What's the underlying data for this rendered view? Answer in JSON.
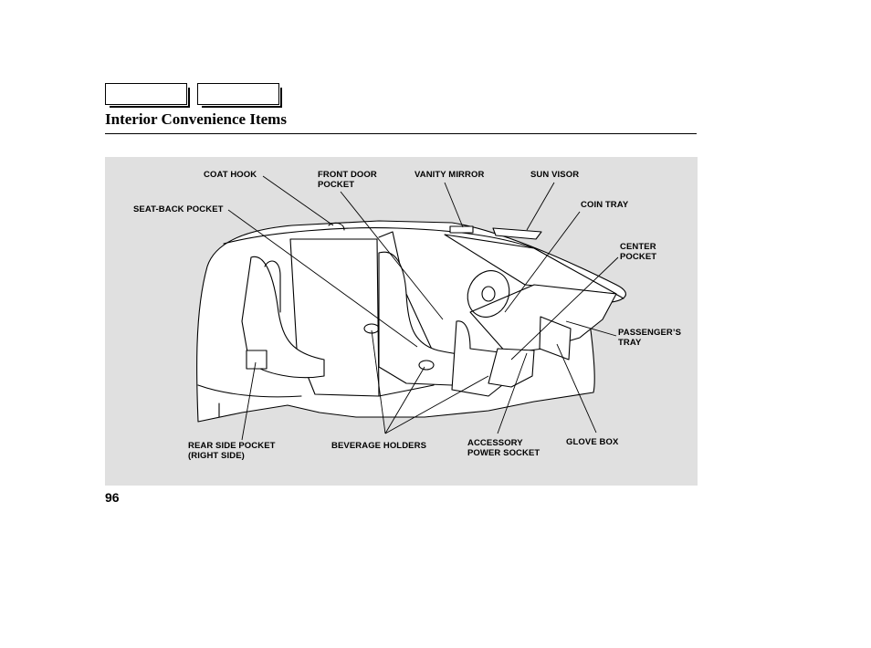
{
  "header": {
    "nav_buttons": [
      "",
      ""
    ],
    "title": "Interior Convenience Items"
  },
  "figure": {
    "labels": {
      "coat_hook": "COAT HOOK",
      "front_door_pocket": "FRONT DOOR\nPOCKET",
      "vanity_mirror": "VANITY MIRROR",
      "sun_visor": "SUN VISOR",
      "coin_tray": "COIN TRAY",
      "seat_back_pocket": "SEAT-BACK POCKET",
      "center_pocket": "CENTER\nPOCKET",
      "passengers_tray": "PASSENGER’S\nTRAY",
      "rear_side_pocket": "REAR SIDE POCKET\n(RIGHT SIDE)",
      "beverage_holders": "BEVERAGE HOLDERS",
      "accessory_power_socket": "ACCESSORY\nPOWER SOCKET",
      "glove_box": "GLOVE BOX"
    },
    "colors": {
      "background": "#e0e0e0",
      "line": "#000000",
      "fill": "#ffffff"
    }
  },
  "footer": {
    "page_number": "96"
  }
}
